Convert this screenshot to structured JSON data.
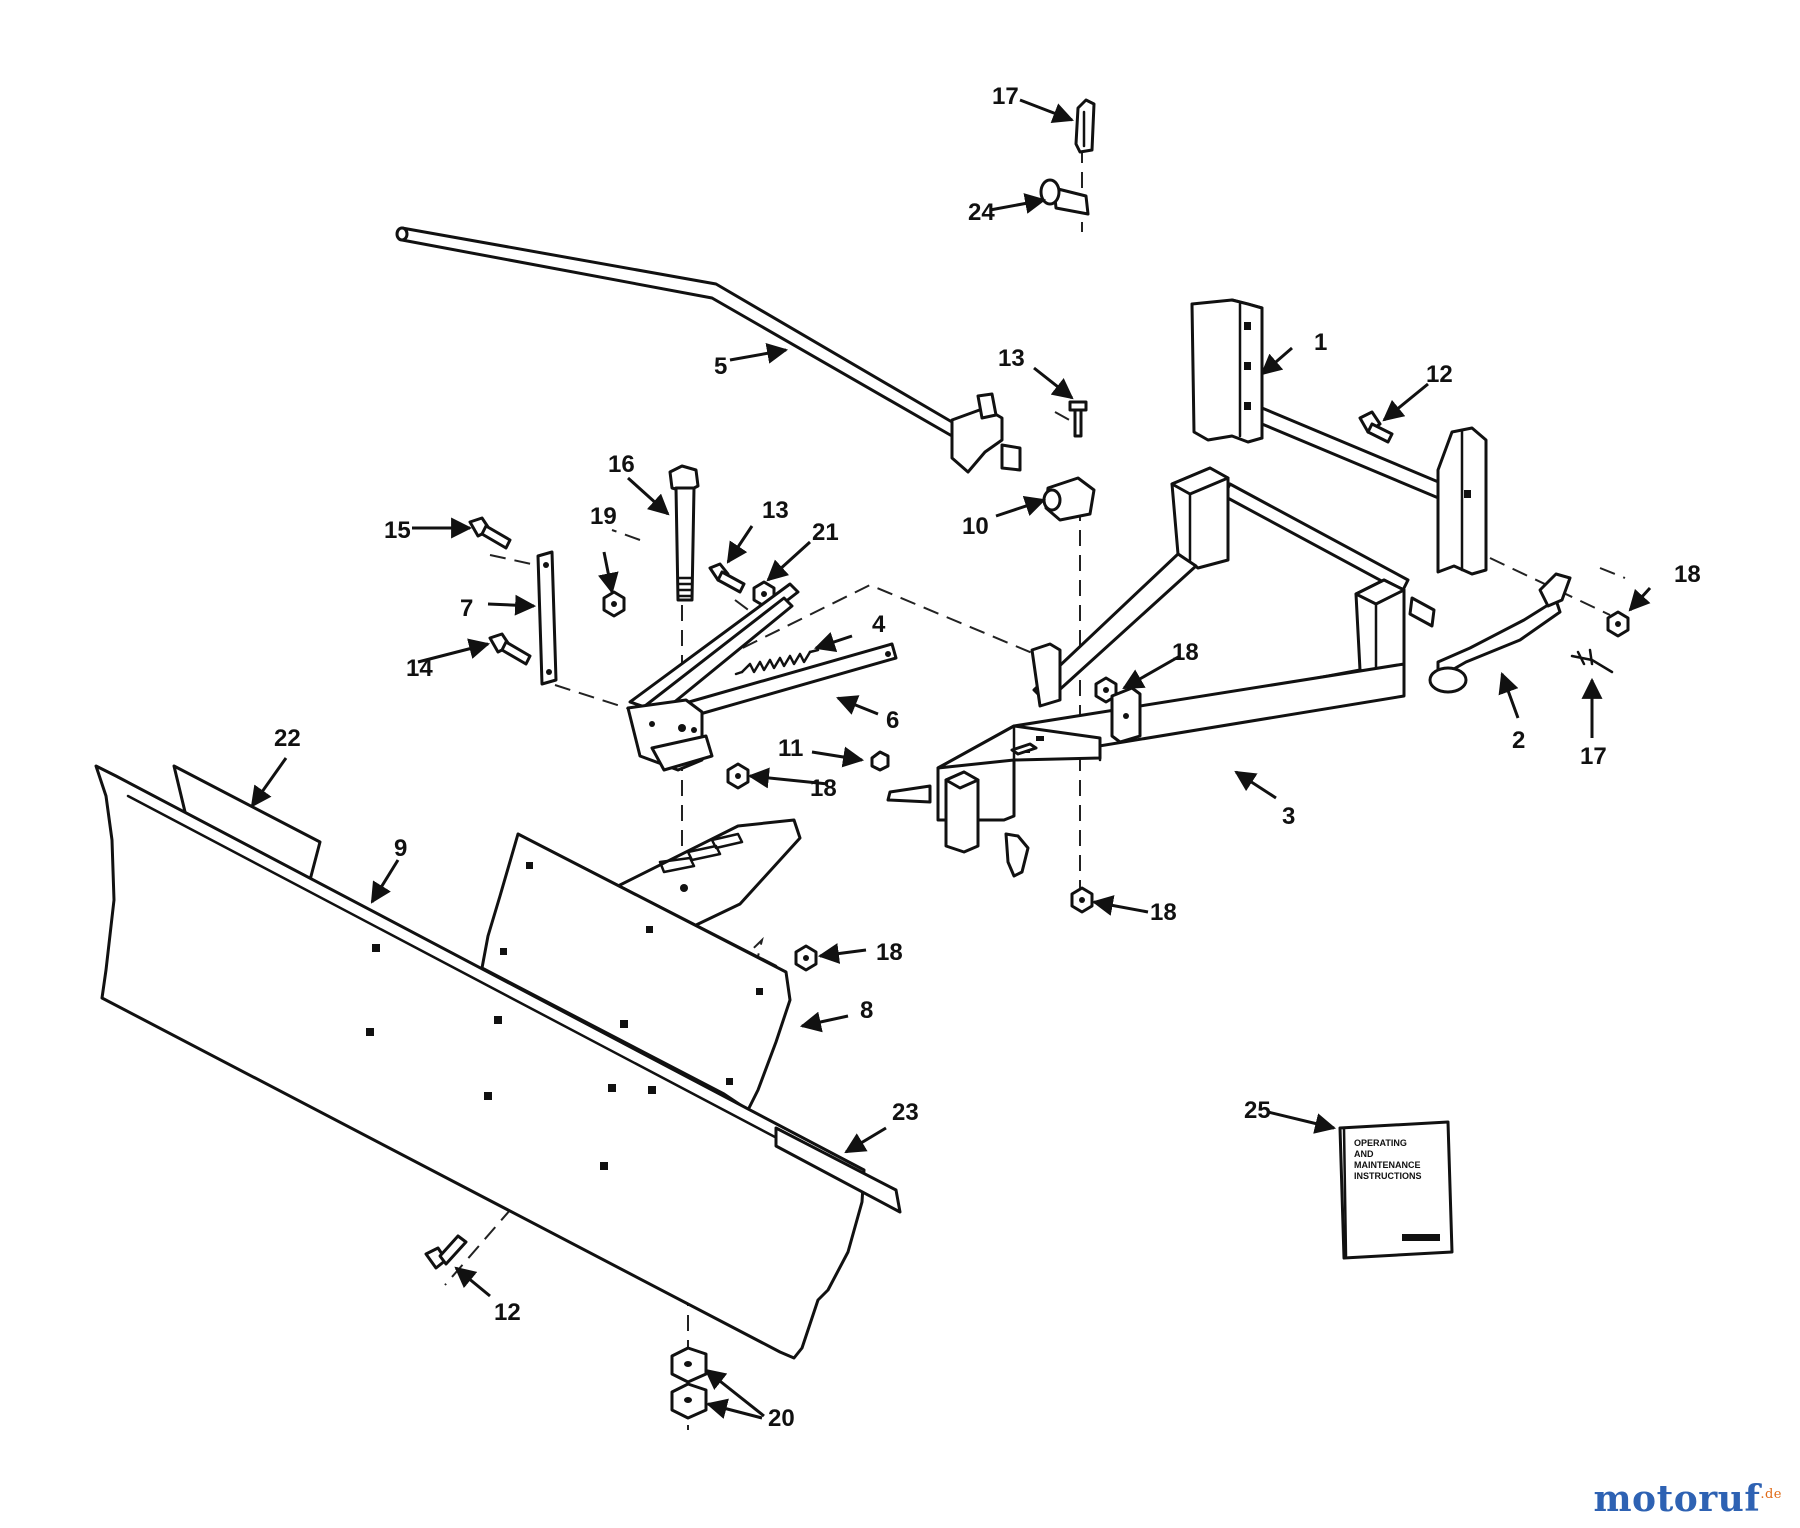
{
  "figure": {
    "callouts": {
      "c1": "1",
      "c2": "2",
      "c3": "3",
      "c4": "4",
      "c5": "5",
      "c6": "6",
      "c7": "7",
      "c8": "8",
      "c9": "9",
      "c10": "10",
      "c11": "11",
      "c12a": "12",
      "c12b": "12",
      "c13a": "13",
      "c13b": "13",
      "c14": "14",
      "c15": "15",
      "c16": "16",
      "c17a": "17",
      "c17b": "17",
      "c18a": "18",
      "c18b": "18",
      "c18c": "18",
      "c18d": "18",
      "c18e": "18",
      "c19": "19",
      "c20": "20",
      "c21": "21",
      "c22": "22",
      "c23": "23",
      "c24": "24",
      "c25": "25"
    },
    "manual_cover": {
      "line1": "OPERATING",
      "line2": "AND",
      "line3": "MAINTENANCE",
      "line4": "INSTRUCTIONS"
    }
  },
  "watermark": {
    "part1": "motoruf",
    "part2": ".de",
    "color1": "#2e62b3",
    "color2": "#e06a16"
  }
}
